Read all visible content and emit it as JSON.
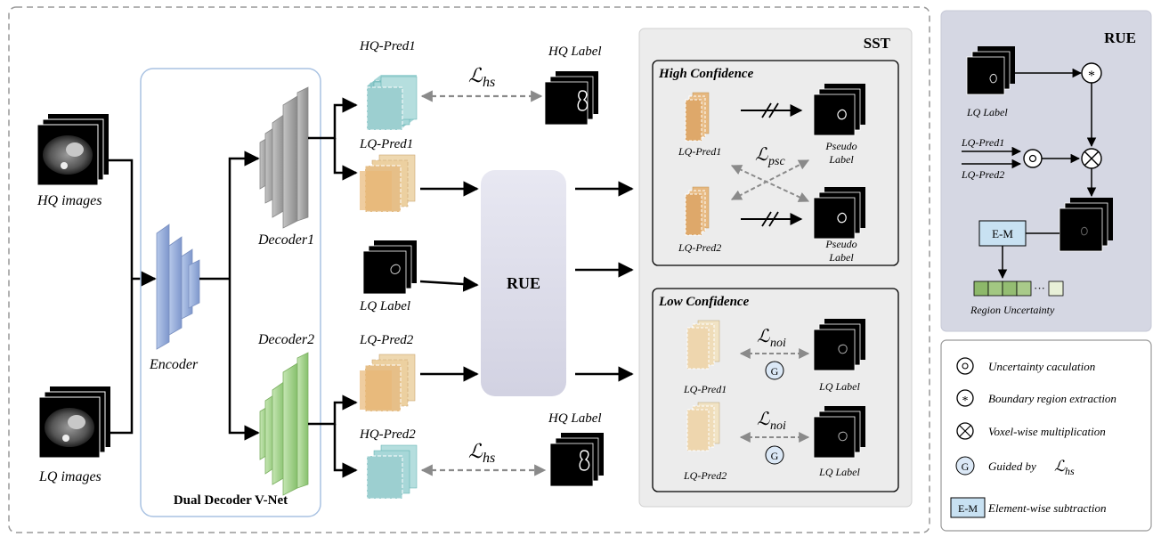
{
  "left": {
    "hq_images": "HQ images",
    "lq_images": "LQ images",
    "encoder": "Encoder",
    "decoder1": "Decoder1",
    "decoder2": "Decoder2",
    "dual_decoder_title": "Dual Decoder V-Net"
  },
  "preds": {
    "hq_pred1": "HQ-Pred1",
    "lq_pred1": "LQ-Pred1",
    "lq_pred2": "LQ-Pred2",
    "hq_pred2": "HQ-Pred2",
    "hq_label_top": "HQ Label",
    "hq_label_bottom": "HQ Label",
    "lq_label": "LQ Label",
    "loss_hs_top": "ℒ",
    "loss_hs_top_sub": "hs",
    "loss_hs_bottom": "ℒ",
    "loss_hs_bottom_sub": "hs"
  },
  "rue_block": {
    "label": "RUE"
  },
  "sst": {
    "title": "SST",
    "high": {
      "title": "High Confidence",
      "pred1": "LQ-Pred1",
      "pred2": "LQ-Pred2",
      "pseudo1_line1": "Pseudo",
      "pseudo1_line2": "Label",
      "pseudo2_line1": "Pseudo",
      "pseudo2_line2": "Label",
      "loss": "ℒ",
      "loss_sub": "psc"
    },
    "low": {
      "title": "Low Confidence",
      "pred1": "LQ-Pred1",
      "pred2": "LQ-Pred2",
      "label1": "LQ Label",
      "label2": "LQ Label",
      "loss1": "ℒ",
      "loss1_sub": "noi",
      "loss2": "ℒ",
      "loss2_sub": "noi",
      "g1": "G",
      "g2": "G"
    }
  },
  "rue_panel": {
    "title": "RUE",
    "lq_label": "LQ Label",
    "lq_pred1": "LQ-Pred1",
    "lq_pred2": "LQ-Pred2",
    "em": "E-M",
    "region_uncertainty": "Region Uncertainty",
    "ellipsis": "···",
    "op_star": "*",
    "op_dot": "⊙"
  },
  "legend": {
    "uncertainty": "Uncertainty caculation",
    "boundary": "Boundary region extraction",
    "voxel": "Voxel-wise multiplication",
    "guided": "Guided by",
    "guided_loss": "ℒ",
    "guided_loss_sub": "hs",
    "em_box": "E-M",
    "element": "Element-wise subtraction",
    "g": "G"
  },
  "colors": {
    "encoder": "#8fa8d8",
    "decoder1": "#a0a0a0",
    "decoder2": "#9fd08a",
    "hq_pred": "#a9d6d6",
    "lq_pred": "#e8c89a",
    "rue_block": "#dcdcec",
    "sst_bg": "#ececec",
    "rue_panel_bg": "#d5d7e3",
    "em_box": "#c8e1f2",
    "uncertainty_cells": "#8db86a"
  }
}
